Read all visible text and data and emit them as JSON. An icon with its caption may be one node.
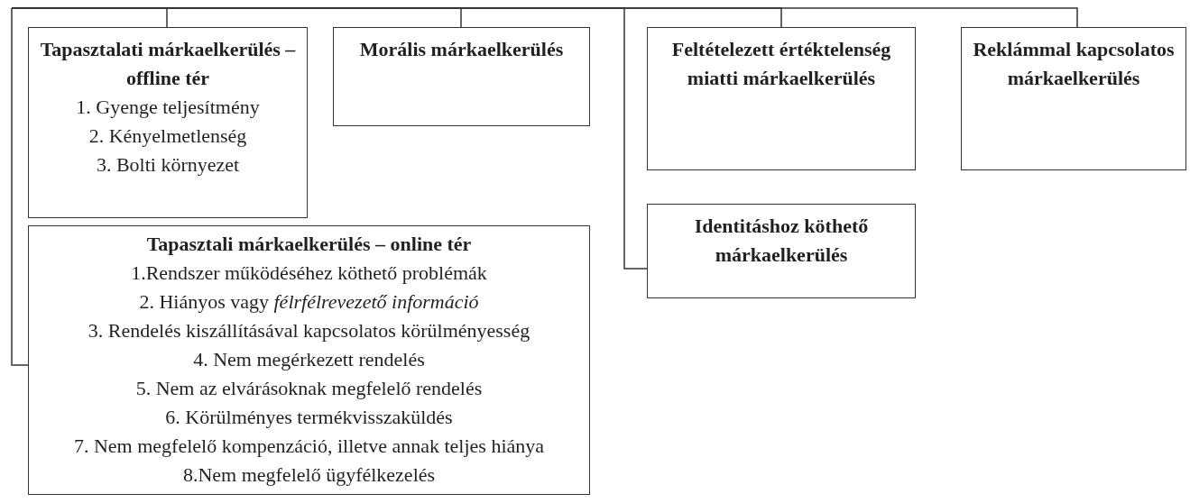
{
  "diagram": {
    "nodes": [
      {
        "text": [
          "Tapasztalati márkaelkerülés – offline tér",
          "1. Gyenge teljesítmény",
          "2. Kényelmetlenség",
          "3. Bolti környezet"
        ]
      },
      {
        "text": [
          "Morális márkaelkerülés"
        ]
      },
      {
        "text": [
          "Feltételezett értéktelenség miatti márkaelkerülés"
        ]
      },
      {
        "text": [
          "Reklámmal kapcsolatos márkaelkerülés"
        ]
      },
      {
        "text": [
          "Identitáshoz köthető márkaelkerülés"
        ]
      },
      {
        "text": [
          "Tapasztali márkaelkerülés – online tér",
          "1.Rendszer működéséhez köthető problémák",
          "2. Hiányos vagy *félrfélrevezető információ*",
          "3. Rendelés kiszállításával kapcsolatos körülményesség",
          "4. Nem megérkezett rendelés",
          "5. Nem az elvárásoknak megfelelő rendelés",
          "6. Körülményes termékvisszaküldés",
          "7. Nem megfelelő kompenzáció, illetve annak teljes hiánya",
          "8.Nem megfelelő ügyfélkezelés"
        ]
      }
    ],
    "edges": [
      {
        "from": null,
        "to": 0,
        "arrow": "none"
      },
      {
        "from": null,
        "to": 1,
        "arrow": "none"
      },
      {
        "from": null,
        "to": 2,
        "arrow": "none"
      },
      {
        "from": null,
        "to": 3,
        "arrow": "none"
      },
      {
        "from": null,
        "to": 4,
        "arrow": "none"
      },
      {
        "from": null,
        "to": 5,
        "arrow": "none"
      }
    ]
  }
}
